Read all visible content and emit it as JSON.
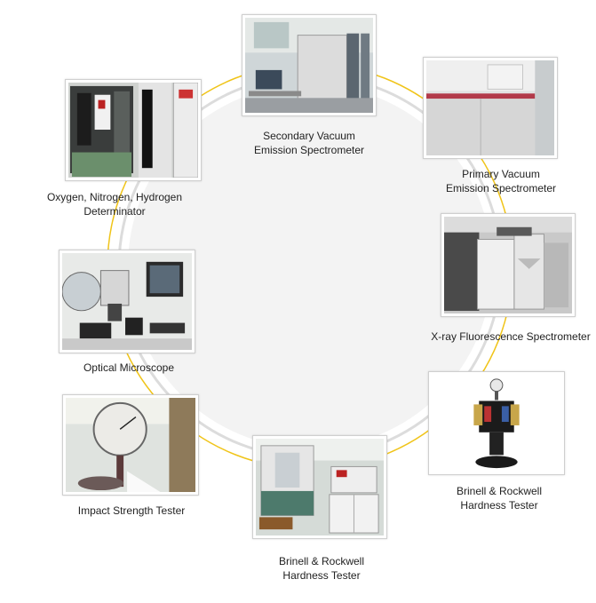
{
  "colors": {
    "ring_gold": "#f0c419",
    "ring_gray": "#d9d9d9",
    "center_fill": "#f3f3f3"
  },
  "instruments": [
    {
      "id": "secondary-vacuum",
      "label": "Secondary Vacuum\nEmission Spectrometer"
    },
    {
      "id": "primary-vacuum",
      "label": "Primary Vacuum\nEmission Spectrometer"
    },
    {
      "id": "xrf",
      "label": "X-ray Fluorescence Spectrometer"
    },
    {
      "id": "hardness-right",
      "label": "Brinell & Rockwell\nHardness Tester"
    },
    {
      "id": "hardness-bottom",
      "label": "Brinell & Rockwell\nHardness Tester"
    },
    {
      "id": "impact",
      "label": "Impact Strength Tester"
    },
    {
      "id": "microscope",
      "label": "Optical Microscope"
    },
    {
      "id": "onh",
      "label": "Oxygen, Nitrogen, Hydrogen\nDeterminator"
    }
  ]
}
